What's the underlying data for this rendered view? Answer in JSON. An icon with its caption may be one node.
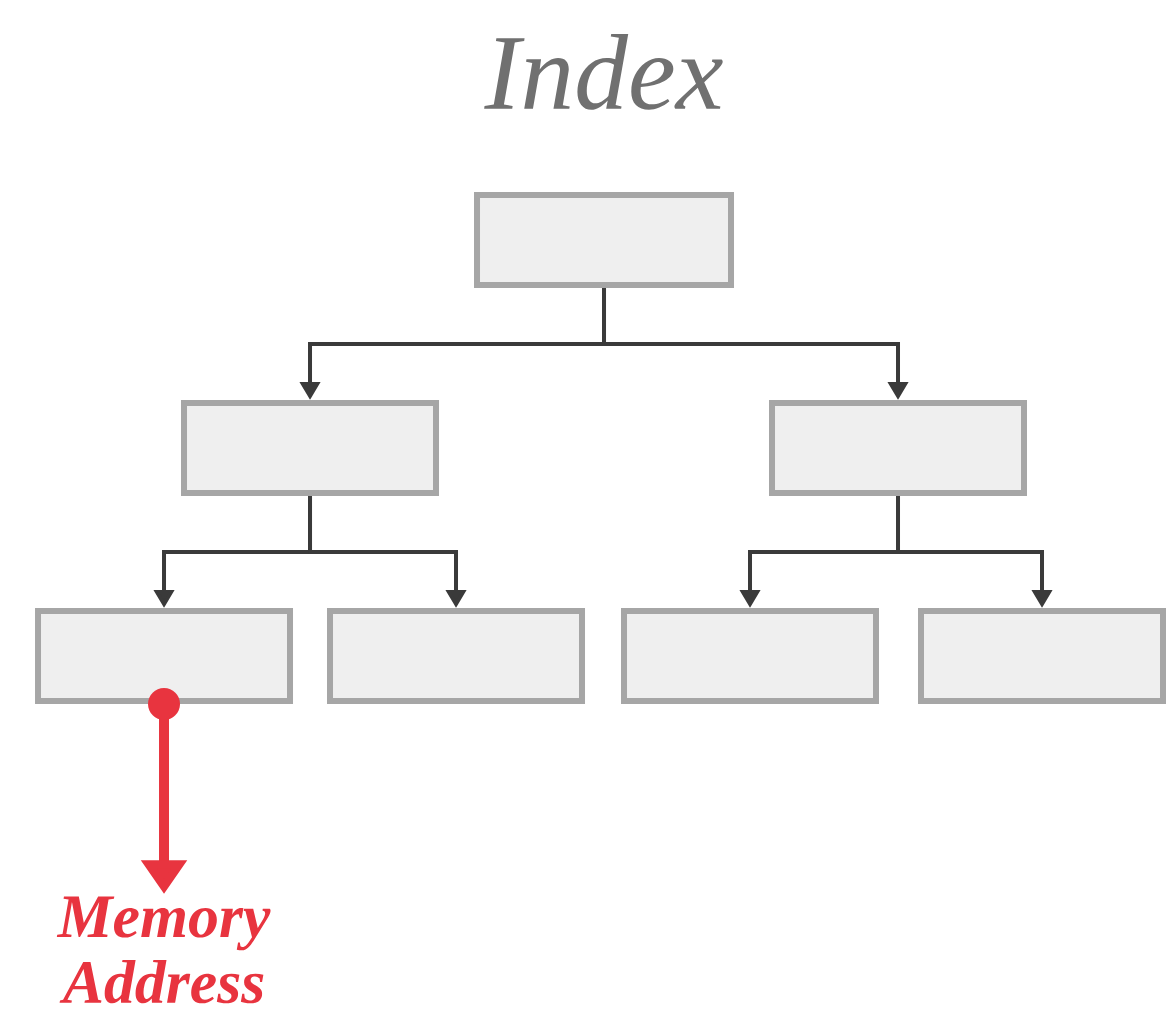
{
  "diagram": {
    "title": "Index",
    "nodes": [
      {
        "text": [],
        "shape": "box"
      },
      {
        "text": [],
        "shape": "box"
      },
      {
        "text": [],
        "shape": "box"
      },
      {
        "text": [],
        "shape": "box"
      },
      {
        "text": [],
        "shape": "box"
      },
      {
        "text": [],
        "shape": "box"
      },
      {
        "text": [],
        "shape": "box"
      },
      {
        "text": [
          "Memory Address"
        ]
      }
    ],
    "edges": [
      {
        "from": 0,
        "to": 1,
        "arrow": "to"
      },
      {
        "from": 0,
        "to": 2,
        "arrow": "to"
      },
      {
        "from": 1,
        "to": 3,
        "arrow": "to"
      },
      {
        "from": 1,
        "to": 4,
        "arrow": "to"
      },
      {
        "from": 2,
        "to": 5,
        "arrow": "to"
      },
      {
        "from": 2,
        "to": 6,
        "arrow": "to"
      },
      {
        "from": 3,
        "to": 7,
        "arrow": "to",
        "style": "thick",
        "color": "#e8343f"
      }
    ]
  }
}
